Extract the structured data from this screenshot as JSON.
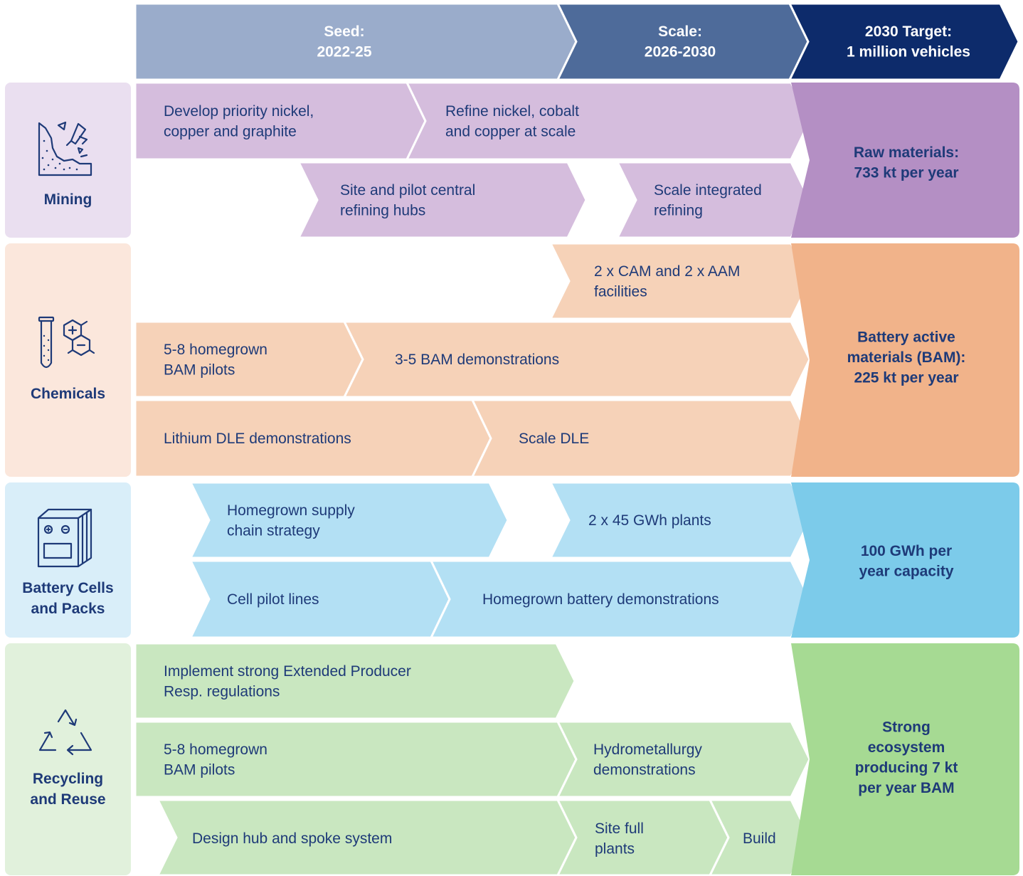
{
  "phases": [
    {
      "label_line1": "Seed:",
      "label_line2": "2022-25",
      "color": "#9aaccb"
    },
    {
      "label_line1": "Scale:",
      "label_line2": "2026-2030",
      "color": "#4e6b9a"
    },
    {
      "label_line1": "2030 Target:",
      "label_line2": "1 million vehicles",
      "color": "#0d2b6b"
    }
  ],
  "rows": [
    {
      "id": "mining",
      "name": "Mining",
      "icon": "mining-icon",
      "bg": "#eadff0",
      "chevron_color": "#d5bddd",
      "target_color": "#b48fc4",
      "items": [
        {
          "lines": [
            "Develop priority nickel,",
            "copper and graphite"
          ]
        },
        {
          "lines": [
            "Refine nickel, cobalt",
            "and copper at scale"
          ]
        },
        {
          "lines": [
            "Site and pilot central",
            "refining hubs"
          ]
        },
        {
          "lines": [
            "Scale integrated",
            "refining"
          ]
        }
      ],
      "target": [
        "Raw materials:",
        "733 kt per year"
      ]
    },
    {
      "id": "chemicals",
      "name": "Chemicals",
      "icon": "chemicals-icon",
      "bg": "#fbe7dc",
      "chevron_color": "#f6d2b8",
      "target_color": "#f1b38a",
      "items": [
        {
          "lines": [
            "2 x CAM and 2 x AAM",
            "facilities"
          ]
        },
        {
          "lines": [
            "5-8 homegrown",
            "BAM pilots"
          ]
        },
        {
          "lines": [
            "3-5 BAM demonstrations"
          ]
        },
        {
          "lines": [
            "Lithium DLE demonstrations"
          ]
        },
        {
          "lines": [
            "Scale DLE"
          ]
        }
      ],
      "target": [
        "Battery active",
        "materials (BAM):",
        "225 kt per year"
      ]
    },
    {
      "id": "battery",
      "name": "Battery Cells and Packs",
      "name_lines": [
        "Battery Cells",
        "and Packs"
      ],
      "icon": "battery-icon",
      "bg": "#d9eef9",
      "chevron_color": "#b3e0f4",
      "target_color": "#7ccbea",
      "items": [
        {
          "lines": [
            "Homegrown supply",
            "chain strategy"
          ]
        },
        {
          "lines": [
            "2 x 45 GWh plants"
          ]
        },
        {
          "lines": [
            "Cell pilot lines"
          ]
        },
        {
          "lines": [
            "Homegrown battery demonstrations"
          ]
        }
      ],
      "target": [
        "100 GWh per",
        "year capacity"
      ]
    },
    {
      "id": "recycling",
      "name": "Recycling and Reuse",
      "name_lines": [
        "Recycling",
        "and Reuse"
      ],
      "icon": "recycle-icon",
      "bg": "#e1f1dc",
      "chevron_color": "#c9e7c0",
      "target_color": "#a6da93",
      "items": [
        {
          "lines": [
            "Implement strong Extended Producer",
            "Resp. regulations"
          ]
        },
        {
          "lines": [
            "5-8 homegrown",
            "BAM pilots"
          ]
        },
        {
          "lines": [
            "Hydrometallurgy",
            "demonstrations"
          ]
        },
        {
          "lines": [
            "Design hub and spoke system"
          ]
        },
        {
          "lines": [
            "Site full",
            "plants"
          ]
        },
        {
          "lines": [
            "Build"
          ]
        }
      ],
      "target": [
        "Strong",
        "ecosystem",
        "producing 7 kt",
        "per year BAM"
      ]
    }
  ],
  "colors": {
    "text_dark": "#1e3a78",
    "text_white": "#ffffff",
    "icon_stroke": "#1e3a78"
  }
}
